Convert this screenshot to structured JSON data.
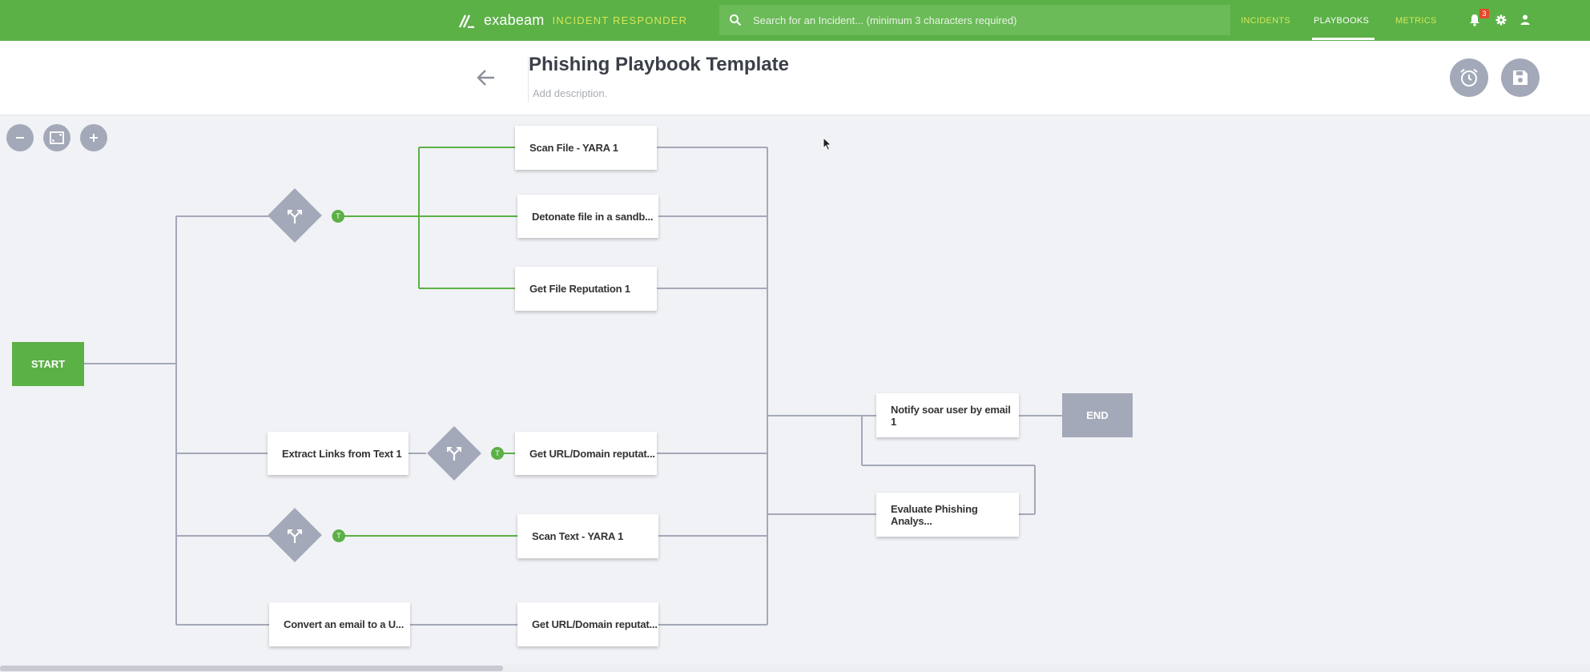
{
  "topbar": {
    "logo_text": "exabeam",
    "logo_sub": "INCIDENT RESPONDER",
    "search_placeholder": "Search for an Incident... (minimum 3 characters required)",
    "nav": [
      {
        "label": "INCIDENTS"
      },
      {
        "label": "PLAYBOOKS",
        "active": true
      },
      {
        "label": "METRICS"
      }
    ],
    "notifications_count": "3",
    "colors": {
      "bar": "#5bb046",
      "accent": "#d4e85a",
      "badge": "#e24a2a"
    }
  },
  "header": {
    "title": "Phishing Playbook Template",
    "description_placeholder": "Add description."
  },
  "flow": {
    "start": "START",
    "end": "END",
    "true_label": "T",
    "nodes": [
      {
        "label": "Scan File - YARA 1"
      },
      {
        "label": "Detonate file in a sandb..."
      },
      {
        "label": "Get File Reputation 1"
      },
      {
        "label": "Extract Links from Text 1"
      },
      {
        "label": "Get URL/Domain reputat..."
      },
      {
        "label": "Scan Text - YARA 1"
      },
      {
        "label": "Convert an email to a U..."
      },
      {
        "label": "Get URL/Domain reputat..."
      },
      {
        "label": "Notify soar user by email 1"
      },
      {
        "label": "Evaluate Phishing Analys..."
      }
    ],
    "colors": {
      "start": "#5bb046",
      "node_gray": "#a3a9b8",
      "true_wire": "#5bb046",
      "wire": "#a3a9b8"
    }
  }
}
